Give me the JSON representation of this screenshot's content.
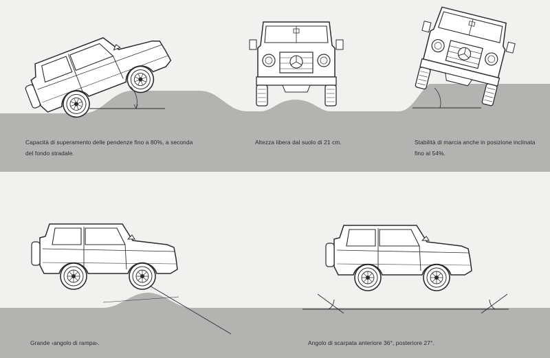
{
  "captions": {
    "gradient": "Capacità di superamento delle pendenze fino a 80%, a seconda\ndel fondo stradale.",
    "ground_clearance": "Altezza libera dal suolo di 21 cm.",
    "tilt_stability": "Stabilità di marcia anche in posizione inclinata\nfino al 54%.",
    "ramp_angle": "Grande ‹angolo di rampa›.",
    "approach_departure": "Angolo di scarpata anteriore 36°, posteriore 27°."
  },
  "colors": {
    "background": "#f1f1ef",
    "band": "#b3b3b1",
    "line_art": "#2b2b2b",
    "text": "#2a2a2a"
  },
  "icons": [
    "suv-side-climbing",
    "suv-front",
    "suv-front-tilted",
    "suv-side-ramp",
    "suv-side-angles"
  ]
}
